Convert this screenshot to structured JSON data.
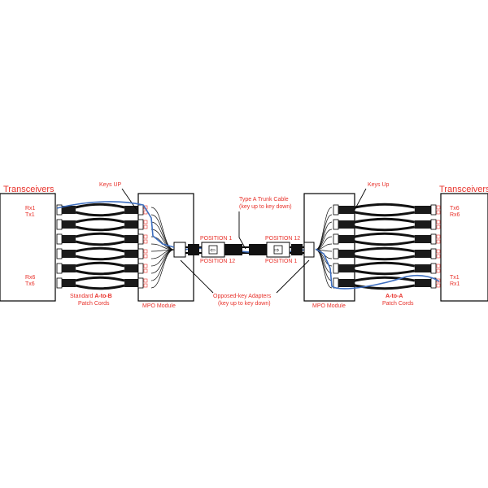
{
  "labels": {
    "transceivers_left": "Transceivers",
    "transceivers_right": "Transceivers",
    "left_top_rx": "Rx1",
    "left_top_tx": "Tx1",
    "left_bottom_rx": "Rx6",
    "left_bottom_tx": "Tx6",
    "right_top_tx": "Tx6",
    "right_top_rx": "Rx6",
    "right_bottom_tx": "Tx1",
    "right_bottom_rx": "Rx1",
    "keys_up_left": "Keys UP",
    "keys_up_right": "Keys Up",
    "trunk_cable_line1": "Type A Trunk Cable",
    "trunk_cable_line2": "(key up to key down)",
    "position1_left": "POSITION 1",
    "position12_left": "POSITION 12",
    "position12_right": "POSITION 12",
    "position1_right": "POSITION 1",
    "adapters_line1": "Opposed-key Adapters",
    "adapters_line2": "(key up to key down)",
    "mpo_left": "MPO Module",
    "mpo_right": "MPO Module",
    "patch_left_prefix": "Standard ",
    "patch_left_bold": "A-to-B",
    "patch_left_line2": "Patch Cords",
    "patch_right_bold": "A-to-A",
    "patch_right_line2": "Patch Cords"
  },
  "colors": {
    "label": "#e8312a",
    "fiber": "#3e6fc0",
    "outline": "#000000"
  }
}
